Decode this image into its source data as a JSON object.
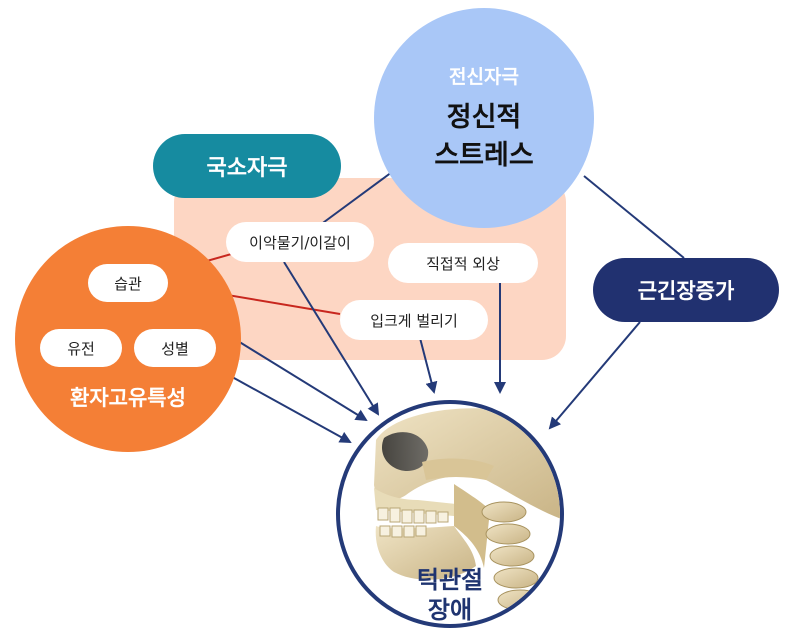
{
  "colors": {
    "local_bg": "#fdd6c3",
    "local_header": "#168ba0",
    "global_circle": "#a9c7f7",
    "patient_circle": "#f47f36",
    "muscle_pill": "#213170",
    "arrow": "#243a78",
    "red_line": "#c8271e",
    "tmj_ring": "#243a78"
  },
  "global": {
    "subtitle": "전신자극",
    "line1": "정신적",
    "line2": "스트레스"
  },
  "local": {
    "header": "국소자극",
    "items": [
      "이악물기/이갈이",
      "직접적 외상",
      "입크게 벌리기"
    ]
  },
  "patient": {
    "title": "환자고유특성",
    "items": [
      "습관",
      "유전",
      "성별"
    ]
  },
  "muscle": {
    "label": "근긴장증가"
  },
  "tmj": {
    "line1": "턱관절",
    "line2": "장애"
  }
}
